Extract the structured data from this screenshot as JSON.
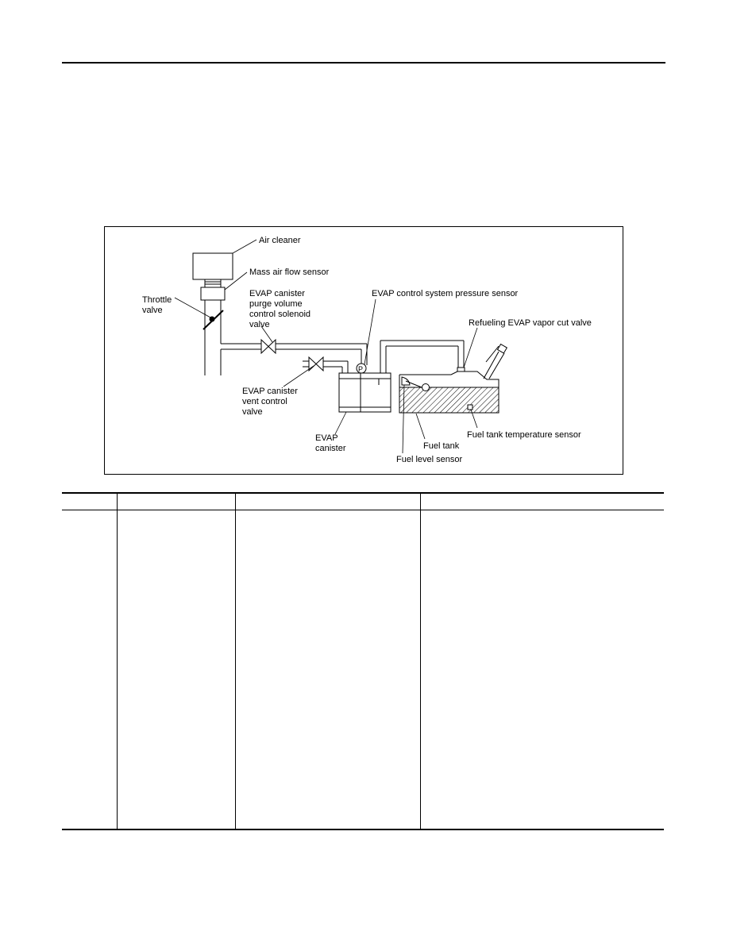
{
  "diagram": {
    "labels": {
      "air_cleaner": "Air cleaner",
      "maf_sensor": "Mass air flow sensor",
      "throttle_1": "Throttle",
      "throttle_2": "valve",
      "purge_1": "EVAP canister",
      "purge_2": "purge volume",
      "purge_3": "control solenoid",
      "purge_4": "valve",
      "pressure_sensor": "EVAP control system pressure sensor",
      "pressure_symbol": "P",
      "refuel_valve": "Refueling EVAP vapor cut valve",
      "vent_1": "EVAP canister",
      "vent_2": "vent control",
      "vent_3": "valve",
      "canister_1": "EVAP",
      "canister_2": "canister",
      "fuel_tank": "Fuel tank",
      "fuel_temp_sensor": "Fuel tank temperature sensor",
      "fuel_level_sensor": "Fuel level sensor"
    }
  },
  "table": {
    "headers": [
      "",
      "",
      "",
      ""
    ]
  }
}
